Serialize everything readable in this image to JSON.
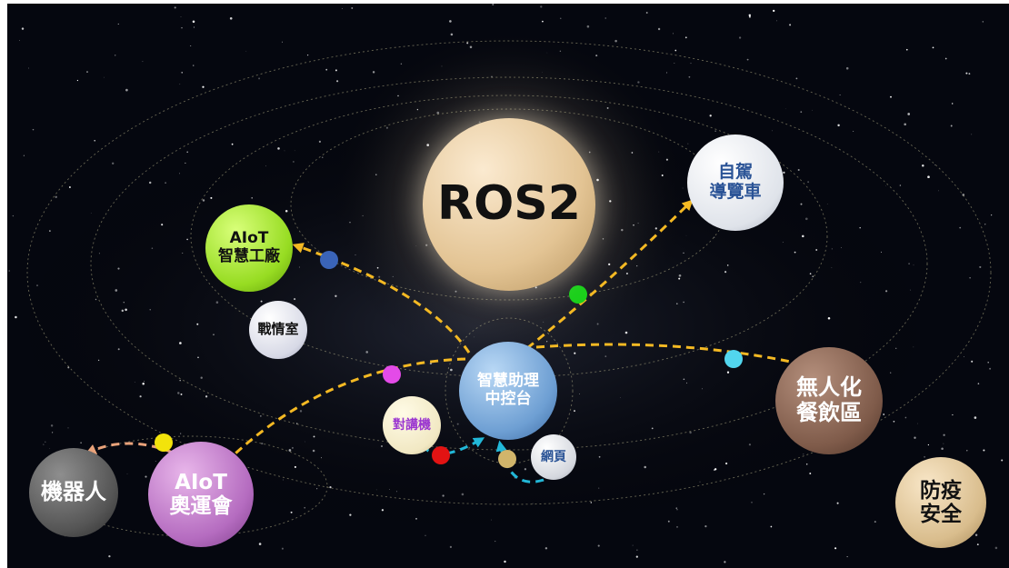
{
  "nodes": {
    "ros2": {
      "label": "ROS2"
    },
    "autonomous_tour_car": {
      "line1": "自駕",
      "line2": "導覽車"
    },
    "aiot_factory": {
      "line1": "AIoT",
      "line2": "智慧工廠"
    },
    "war_room": {
      "label": "戰情室"
    },
    "assistant_hub": {
      "line1": "智慧助理",
      "line2": "中控台"
    },
    "walkie_talkie": {
      "label": "對講機"
    },
    "web": {
      "label": "網頁"
    },
    "unmanned_dining": {
      "line1": "無人化",
      "line2": "餐飲區"
    },
    "robot": {
      "label": "機器人"
    },
    "aiot_olympics": {
      "line1": "AIoT",
      "line2": "奧運會"
    },
    "epidemic_safety": {
      "line1": "防疫",
      "line2": "安全"
    }
  },
  "colors": {
    "space": "#05070f",
    "arrow_main": "#f4b923",
    "arrow_robot": "#e9a27a",
    "arrow_local": "#22b8d8",
    "orbit": "#b7b28a"
  }
}
